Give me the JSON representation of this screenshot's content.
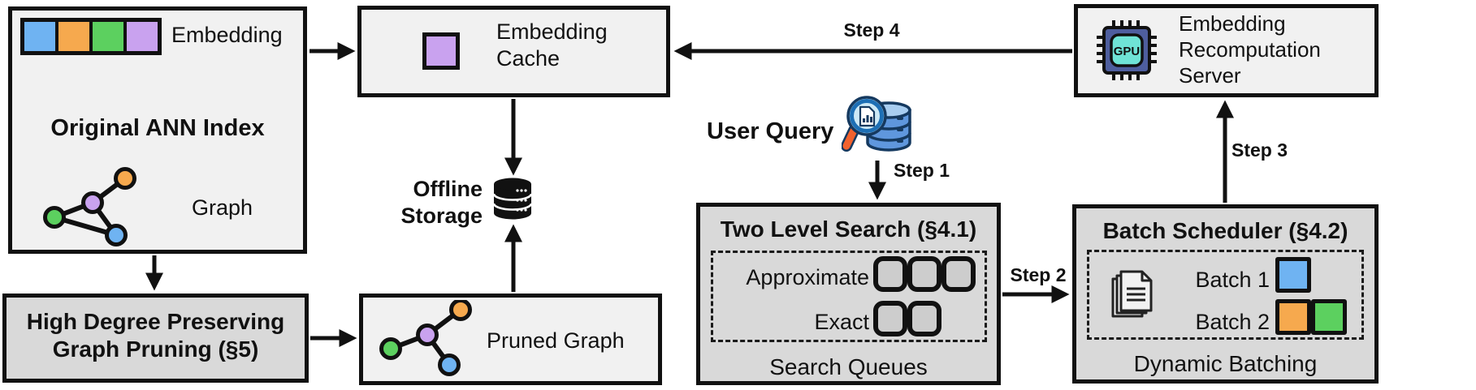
{
  "palette": {
    "blue": "#6FB3F2",
    "orange": "#F6A94E",
    "green": "#5CD05F",
    "purple": "#C9A2EF",
    "box_light": "#F1F1F1",
    "box_dark": "#D9D9D9",
    "queue_fill": "#CDCDCD"
  },
  "ann_index": {
    "title": "Original ANN Index",
    "embedding_label": "Embedding",
    "graph_label": "Graph"
  },
  "embedding_cache": {
    "lines": [
      "Embedding",
      "Cache"
    ]
  },
  "recomputation_server": {
    "lines": [
      "Embedding",
      "Recomputation",
      "Server"
    ],
    "chip_label": "GPU"
  },
  "offline_storage": {
    "lines": [
      "Offline",
      "Storage"
    ]
  },
  "high_degree_pruning": {
    "lines": [
      "High Degree Preserving",
      "Graph Pruning (§5)"
    ]
  },
  "pruned_graph": {
    "label": "Pruned Graph"
  },
  "two_level_search": {
    "title": "Two Level Search (§4.1)",
    "approximate_label": "Approximate",
    "exact_label": "Exact",
    "footer": "Search Queues"
  },
  "batch_scheduler": {
    "title": "Batch Scheduler (§4.2)",
    "batch1_label": "Batch 1",
    "batch2_label": "Batch 2",
    "footer": "Dynamic Batching"
  },
  "user_query": {
    "label": "User Query"
  },
  "steps": {
    "step1": "Step 1",
    "step2": "Step 2",
    "step3": "Step 3",
    "step4": "Step 4"
  }
}
